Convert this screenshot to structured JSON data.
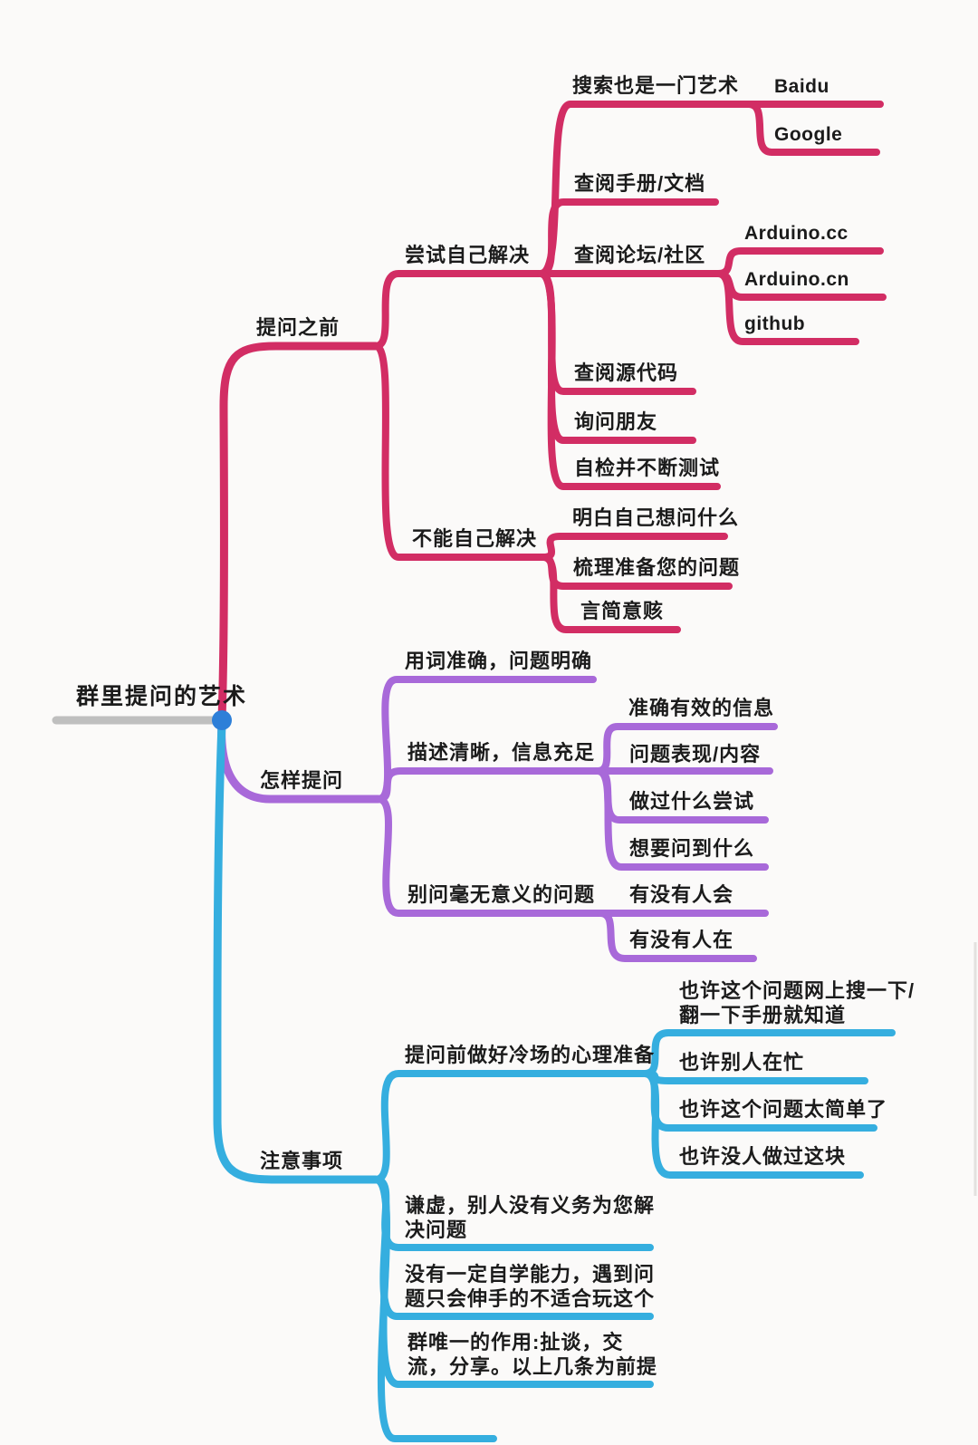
{
  "root": {
    "label": "群里提问的艺术"
  },
  "colors": {
    "red": "#D22D64",
    "purple": "#A869D9",
    "blue": "#35AEDF",
    "gray": "#BFBFBF",
    "dot": "#2E7FD8",
    "text": "#1B1B1B",
    "edge_artifact": "#E3E1DF"
  },
  "branches": [
    {
      "label": "提问之前",
      "color": "red",
      "children": [
        {
          "label": "尝试自己解决",
          "children": [
            {
              "label": "搜索也是一门艺术",
              "children": [
                {
                  "label": "Baidu"
                },
                {
                  "label": "Google"
                }
              ]
            },
            {
              "label": "查阅手册/文档"
            },
            {
              "label": "查阅论坛/社区",
              "children": [
                {
                  "label": "Arduino.cc"
                },
                {
                  "label": "Arduino.cn"
                },
                {
                  "label": "github"
                }
              ]
            },
            {
              "label": "查阅源代码"
            },
            {
              "label": "询问朋友"
            },
            {
              "label": "自检并不断测试"
            }
          ]
        },
        {
          "label": "不能自己解决",
          "children": [
            {
              "label": "明白自己想问什么"
            },
            {
              "label": "梳理准备您的问题"
            },
            {
              "label": "言简意赅"
            }
          ]
        }
      ]
    },
    {
      "label": "怎样提问",
      "color": "purple",
      "children": [
        {
          "label": "用词准确，问题明确"
        },
        {
          "label": "描述清晰，信息充足",
          "children": [
            {
              "label": "准确有效的信息"
            },
            {
              "label": "问题表现/内容"
            },
            {
              "label": "做过什么尝试"
            },
            {
              "label": "想要问到什么"
            }
          ]
        },
        {
          "label": "别问毫无意义的问题",
          "children": [
            {
              "label": "有没有人会"
            },
            {
              "label": "有没有人在"
            }
          ]
        }
      ]
    },
    {
      "label": "注意事项",
      "color": "blue",
      "children": [
        {
          "label": "提问前做好冷场的心理准备",
          "children": [
            {
              "label": "也许这个问题网上搜一下/\n翻一下手册就知道"
            },
            {
              "label": "也许别人在忙"
            },
            {
              "label": "也许这个问题太简单了"
            },
            {
              "label": "也许没人做过这块"
            }
          ]
        },
        {
          "label": "谦虚，别人没有义务为您解\n决问题"
        },
        {
          "label": "没有一定自学能力，遇到问\n题只会伸手的不适合玩这个"
        },
        {
          "label": "群唯一的作用:扯谈，交\n流，分享。以上几条为前提"
        }
      ]
    }
  ]
}
